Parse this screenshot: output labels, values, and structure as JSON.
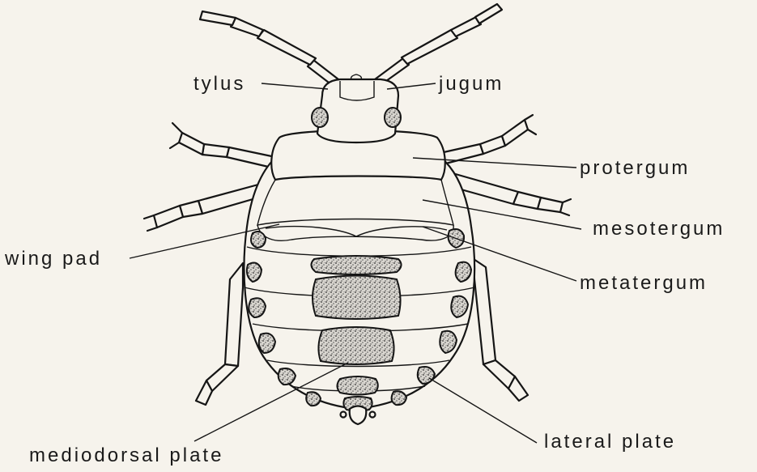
{
  "labels": {
    "tylus": "tylus",
    "jugum": "jugum",
    "protergum": "protergum",
    "mesotergum": "mesotergum",
    "metatergum": "metatergum",
    "wing_pad": "wing pad",
    "mediodorsal_plate": "mediodorsal plate",
    "lateral_plate": "lateral plate"
  },
  "colors": {
    "ink": "#151515",
    "paper": "#f6f3ec"
  }
}
